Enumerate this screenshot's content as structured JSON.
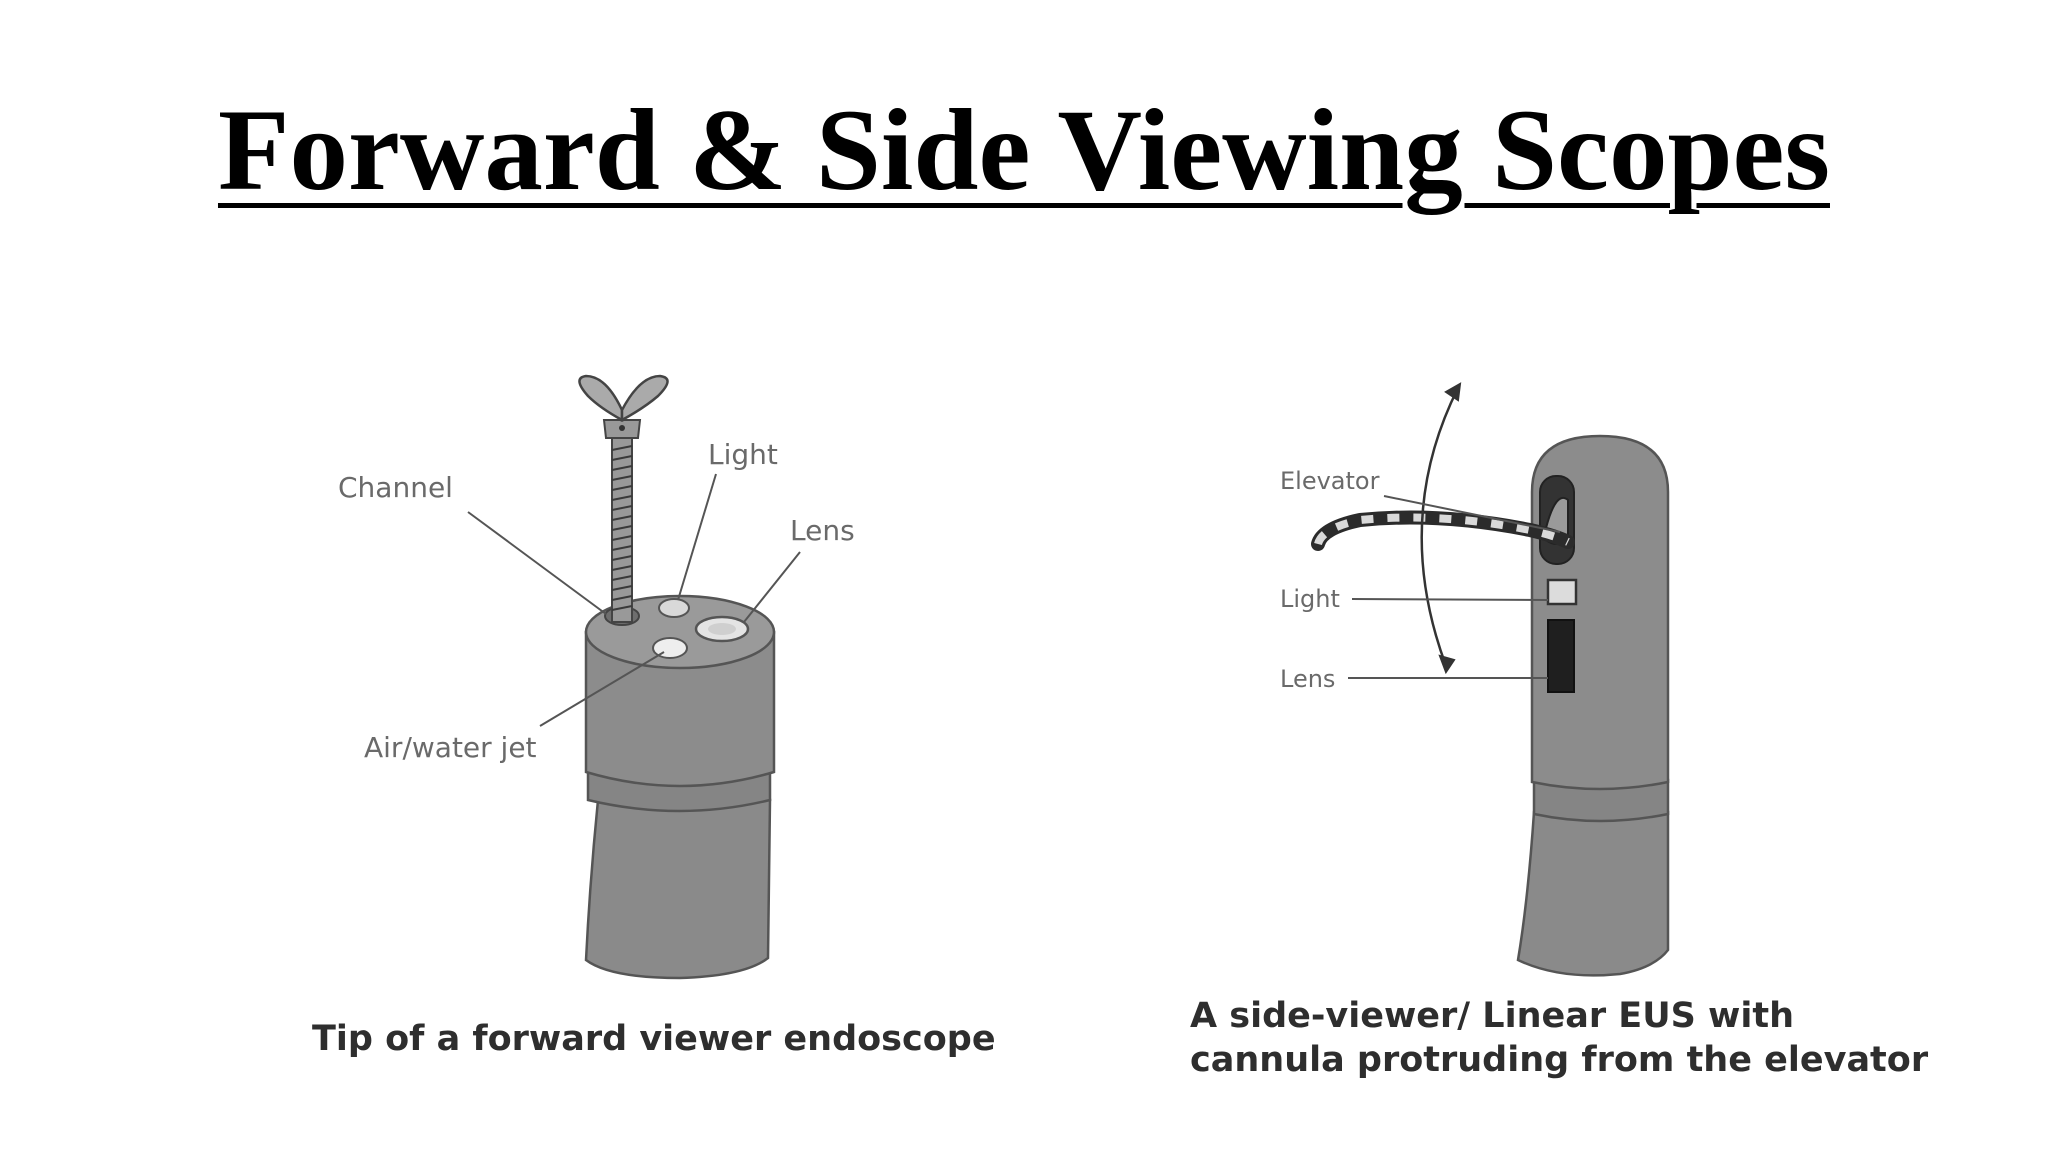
{
  "slide": {
    "title": "Forward & Side Viewing Scopes"
  },
  "forward_viewer": {
    "labels": {
      "channel": "Channel",
      "light": "Light",
      "lens": "Lens",
      "air_water_jet": "Air/water jet"
    },
    "caption": "Tip of a forward viewer endoscope"
  },
  "side_viewer": {
    "labels": {
      "elevator": "Elevator",
      "light": "Light",
      "lens": "Lens"
    },
    "caption_line1": "A side-viewer/ Linear EUS with",
    "caption_line2": "cannula protruding from the elevator"
  },
  "colors": {
    "scope_body": "#8a8a8a",
    "scope_dark": "#555555",
    "label_text": "#6a6a6a",
    "leader_line": "#555555"
  }
}
